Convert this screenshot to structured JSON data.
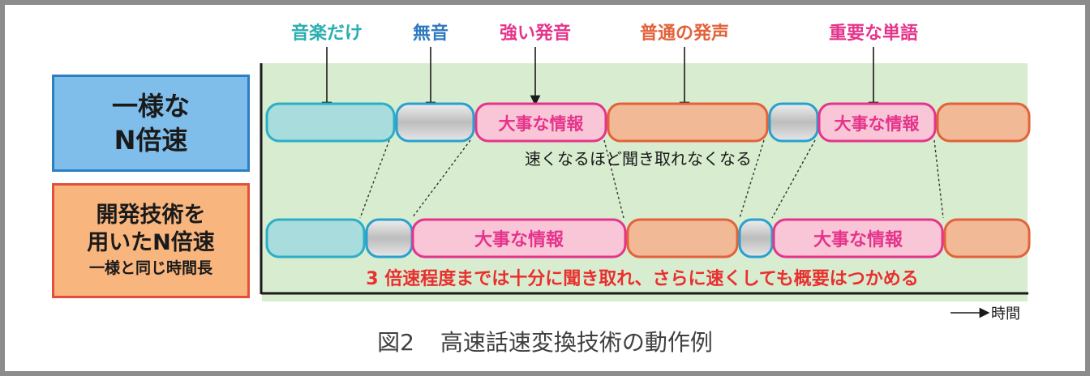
{
  "labels_top": [
    "音楽だけ",
    "無音",
    "強い発音",
    "普通の発声",
    "重要な単語"
  ],
  "row_labels": {
    "uniform": [
      "一様な",
      "N倍速"
    ],
    "tech": [
      "開発技術を",
      "用いたN倍速"
    ],
    "tech_sub": "一様と同じ時間長"
  },
  "segment_text": "大事な情報",
  "annotation_top": "速くなるほど聞き取れなくなる",
  "annotation_bottom": "3 倍速程度までは十分に聞き取れ、さらに速くしても概要はつかめる",
  "time_axis_label": "時間",
  "caption": {
    "number": "図2",
    "title": "高速話速変換技術の動作例"
  },
  "colors": {
    "music": "#a9dcdc",
    "silence": "#c4c4c4",
    "strong": "#f9c6d8",
    "normal": "#f2b996",
    "panel": "#d8ecd0"
  }
}
